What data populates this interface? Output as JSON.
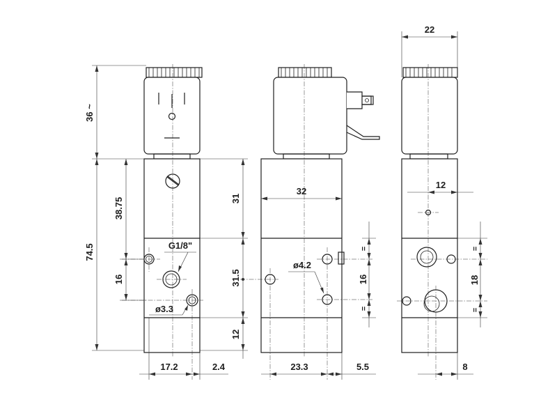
{
  "drawing": {
    "colors": {
      "line": "#1e1e1e",
      "background": "#ffffff"
    },
    "front_view": {
      "dim_coil_height": "36 ~",
      "dim_total_height": "74.5",
      "dim_port_height": "38.75",
      "dim_port_spacing": "16",
      "dim_width": "17.2",
      "dim_offset": "2.4",
      "thread_label": "G1/8\"",
      "hole_label": "ø3.3"
    },
    "side_view": {
      "dim_upper": "31",
      "dim_middle": "31.5",
      "dim_lower": "12",
      "dim_width": "32",
      "dim_spacing": "16",
      "hole_label": "ø4.2",
      "dim_bottom_left": "23.3",
      "dim_bottom_right": "5.5",
      "equal_mark": "="
    },
    "rear_view": {
      "dim_top": "22",
      "dim_inner": "12",
      "dim_spacing": "18",
      "dim_bottom": "8",
      "equal_mark": "="
    }
  }
}
